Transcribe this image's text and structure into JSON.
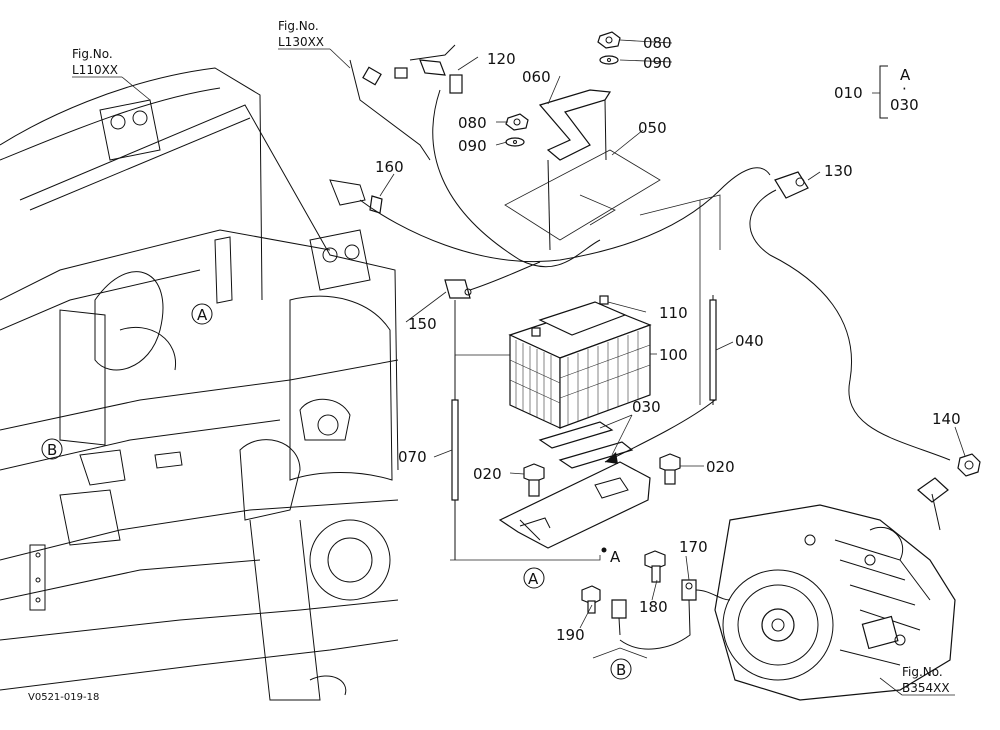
{
  "diagram": {
    "footer_code": "V0521-019-18",
    "fig_label": "Fig.No.",
    "fig_refs": [
      "L110XX",
      "L130XX",
      "B354XX"
    ],
    "part_numbers": [
      "010",
      "020",
      "020",
      "030",
      "030",
      "040",
      "050",
      "060",
      "070",
      "080",
      "080",
      "090",
      "090",
      "100",
      "110",
      "120",
      "130",
      "140",
      "150",
      "160",
      "170",
      "180",
      "190"
    ],
    "detail_markers": [
      "A",
      "A",
      "A",
      "A",
      "B",
      "B"
    ],
    "bracket_labels": {
      "top": "A",
      "dot": "·",
      "bottom": "030",
      "lead": "010"
    }
  }
}
